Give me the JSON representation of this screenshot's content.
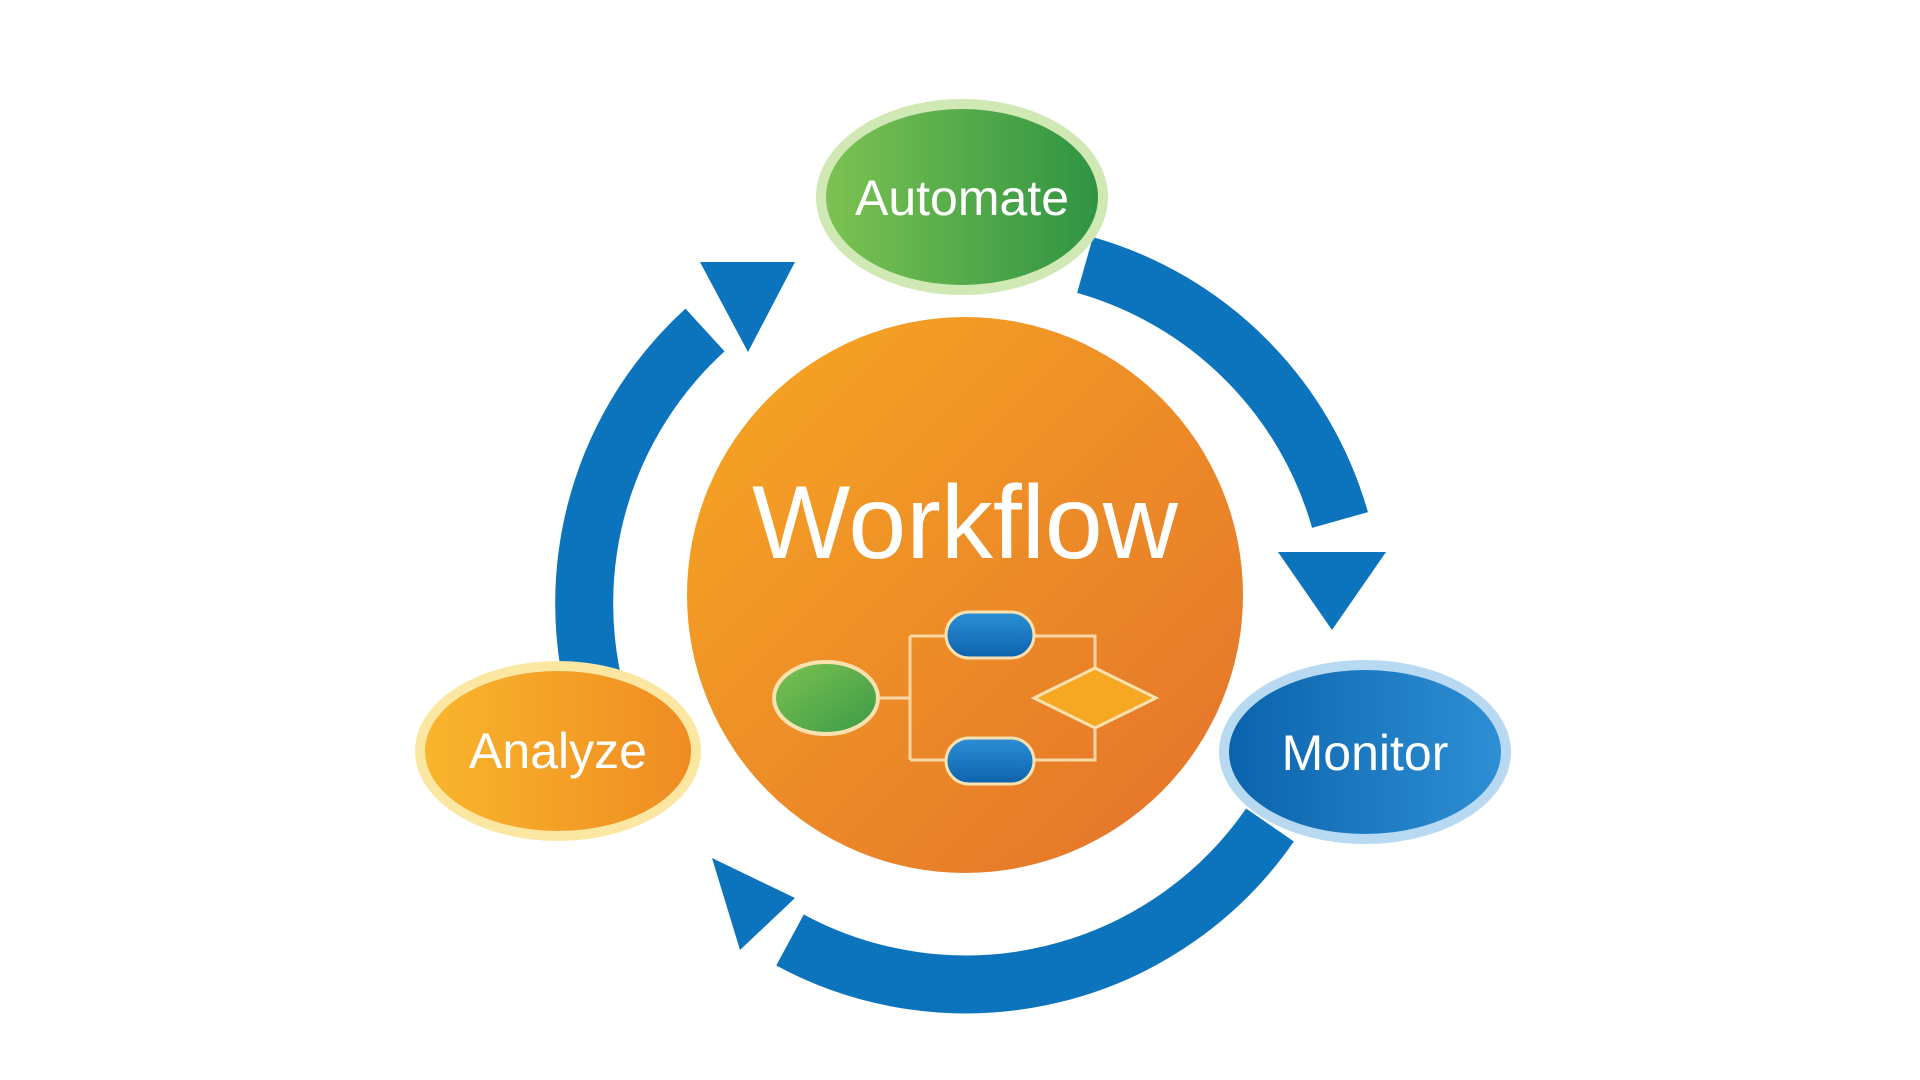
{
  "diagram": {
    "center": {
      "title": "Workflow"
    },
    "nodes": {
      "automate": {
        "label": "Automate"
      },
      "monitor": {
        "label": "Monitor"
      },
      "analyze": {
        "label": "Analyze"
      }
    }
  },
  "colors": {
    "arrow_blue": "#0c73bd",
    "center_orange_light": "#f7a823",
    "center_orange_dark": "#e3712b",
    "automate_green_light": "#7cc252",
    "automate_green_dark": "#2f9443",
    "monitor_blue_light": "#2e8fd4",
    "monitor_blue_dark": "#0b63ad",
    "analyze_orange_light": "#f9b52c",
    "analyze_orange_dark": "#ef8c22"
  }
}
